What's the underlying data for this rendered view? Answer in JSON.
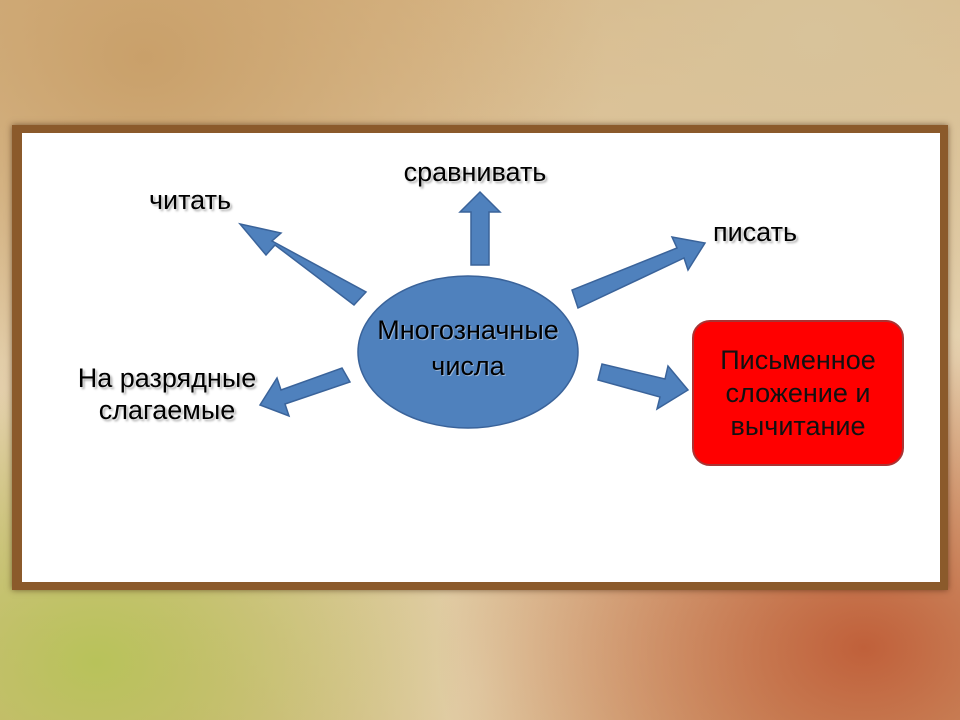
{
  "diagram": {
    "center": {
      "line1": "Многозначные",
      "line2": "числа"
    },
    "nodes": {
      "read": "читать",
      "compare": "сравнивать",
      "write": "писать",
      "decompose_line1": "На разрядные",
      "decompose_line2": "слагаемые",
      "written_line1": "Письменное",
      "written_line2": "сложение и",
      "written_line3": "вычитание"
    },
    "colors": {
      "ellipse": "#4f81bd",
      "arrow": "#4f81bd",
      "highlight": "#ff0000",
      "frame": "#8b5a2b"
    }
  }
}
